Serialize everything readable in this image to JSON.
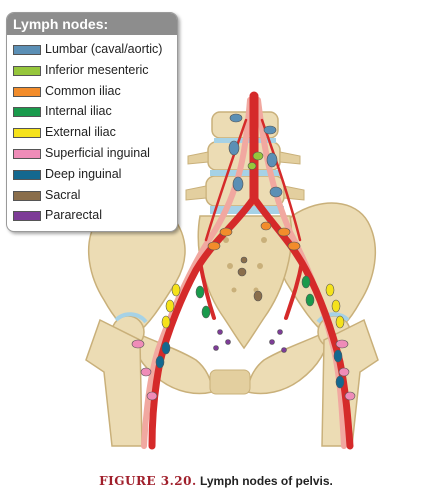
{
  "legend": {
    "title": "Lymph nodes:",
    "items": [
      {
        "label": "Lumbar (caval/aortic)",
        "color": "#5b8fb5"
      },
      {
        "label": "Inferior mesenteric",
        "color": "#96c63c"
      },
      {
        "label": "Common iliac",
        "color": "#f28c2b"
      },
      {
        "label": "Internal iliac",
        "color": "#1a9a4c"
      },
      {
        "label": "External iliac",
        "color": "#f5e21b"
      },
      {
        "label": "Superficial inguinal",
        "color": "#ef8cb8"
      },
      {
        "label": "Deep inguinal",
        "color": "#14688f"
      },
      {
        "label": "Sacral",
        "color": "#8a6e4b"
      },
      {
        "label": "Pararectal",
        "color": "#7d3c97"
      }
    ]
  },
  "caption": {
    "label": "FIGURE 3.20.",
    "text": "Lymph nodes of pelvis."
  },
  "colors": {
    "bone": "#ecdcb4",
    "bone_shadow": "#c9b07a",
    "artery": "#d52a2a",
    "vein_pale": "#f1a8a0",
    "cartilage": "#a6d2e6",
    "legend_header": "#8d8d8d",
    "caption_red": "#a01f2b"
  }
}
